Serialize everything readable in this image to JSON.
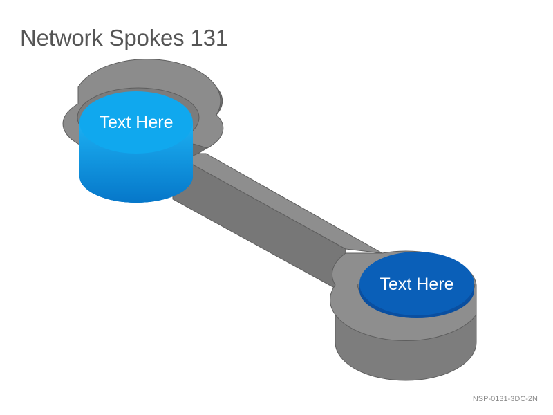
{
  "title": "Network Spokes 131",
  "code": "NSP-0131-3DC-2N",
  "nodes": [
    {
      "label": "Text Here",
      "color": "#10A8EE"
    },
    {
      "label": "Text Here",
      "color": "#0A5FB8"
    }
  ],
  "connector_color": "#808080"
}
